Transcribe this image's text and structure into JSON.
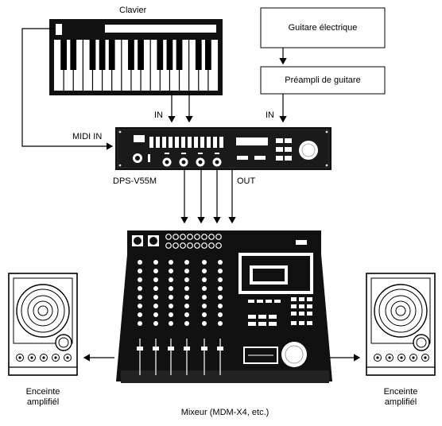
{
  "labels": {
    "keyboard": "Clavier",
    "guitar": "Guitare électrique",
    "preamp": "Préampli de guitare",
    "in_keyboard": "IN",
    "in_preamp": "IN",
    "midi_in": "MIDI IN",
    "device": "DPS-V55M",
    "out": "OUT",
    "speaker_left_1": "Enceinte",
    "speaker_left_2": "amplifiél",
    "speaker_right_1": "Enceinte",
    "speaker_right_2": "amplifiél",
    "mixer": "Mixeur (MDM-X4, etc.)"
  }
}
